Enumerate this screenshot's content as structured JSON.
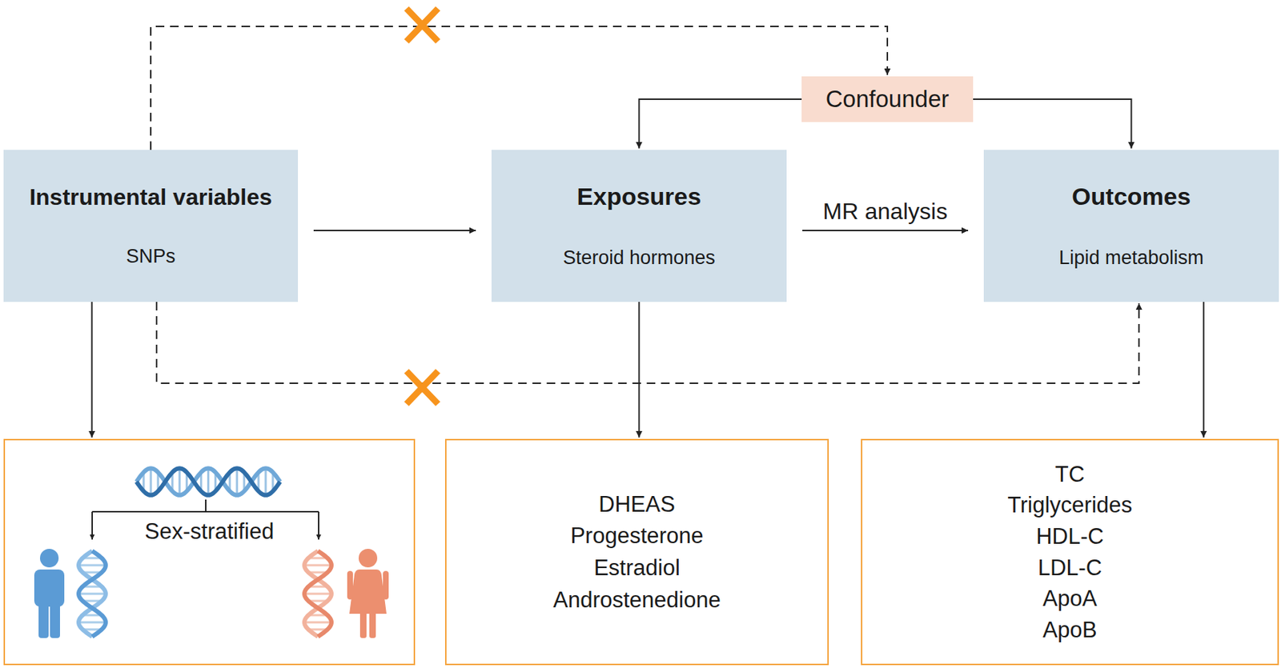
{
  "diagram": {
    "nodes": [
      {
        "text": [
          "Instrumental variables",
          "SNPs"
        ]
      },
      {
        "text": [
          "Exposures",
          "Steroid hormones"
        ]
      },
      {
        "text": [
          "Outcomes",
          "Lipid metabolism"
        ]
      },
      {
        "text": [
          "Confounder"
        ]
      },
      {
        "text": [
          "Sex-stratified"
        ]
      },
      {
        "text": [
          "DHEAS",
          "Progesterone",
          "Estradiol",
          "Androstenedione"
        ]
      },
      {
        "text": [
          "TC",
          "Triglycerides",
          "HDL-C",
          "LDL-C",
          "ApoA",
          "ApoB"
        ]
      }
    ],
    "edges": [
      {
        "from": 0,
        "to": 1,
        "arrow": "to"
      },
      {
        "from": 1,
        "to": 2,
        "label": "MR analysis",
        "arrow": "to"
      },
      {
        "from": 3,
        "to": 1,
        "arrow": "to"
      },
      {
        "from": 3,
        "to": 2,
        "arrow": "to"
      },
      {
        "from": 0,
        "to": 3,
        "arrow": "to"
      },
      {
        "from": 0,
        "to": 2,
        "arrow": "to"
      },
      {
        "from": 0,
        "to": 4,
        "arrow": "to"
      },
      {
        "from": 1,
        "to": 5,
        "arrow": "to"
      },
      {
        "from": 2,
        "to": 6,
        "arrow": "to"
      }
    ]
  }
}
